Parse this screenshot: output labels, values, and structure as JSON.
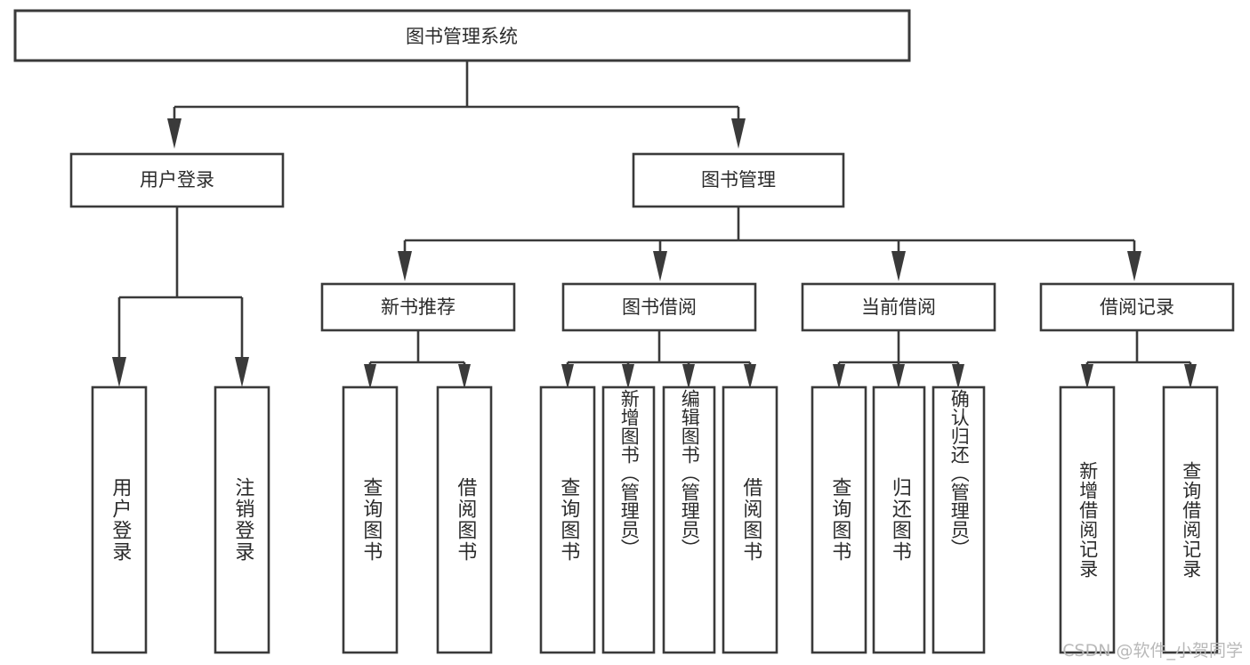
{
  "diagram": {
    "title": "图书管理系统",
    "type": "tree-hierarchy-chart",
    "background_color": "#ffffff",
    "line_color": "#3a3a3a",
    "text_color": "#2b2b2b"
  },
  "root": {
    "label": "图书管理系统"
  },
  "level2": [
    {
      "label": "用户登录"
    },
    {
      "label": "图书管理"
    }
  ],
  "level3": [
    {
      "label": "新书推荐"
    },
    {
      "label": "图书借阅"
    },
    {
      "label": "当前借阅"
    },
    {
      "label": "借阅记录"
    }
  ],
  "leaves": {
    "user_login": [
      {
        "label": "用户登录"
      },
      {
        "label": "注销登录"
      }
    ],
    "new_book_recommend": [
      {
        "label": "查询图书"
      },
      {
        "label": "借阅图书"
      }
    ],
    "book_borrow": [
      {
        "label": "查询图书"
      },
      {
        "label": "新增图书（管理员）"
      },
      {
        "label": "编辑图书（管理员）"
      },
      {
        "label": "借阅图书"
      }
    ],
    "current_borrow": [
      {
        "label": "查询图书"
      },
      {
        "label": "归还图书"
      },
      {
        "label": "确认归还（管理员）"
      }
    ],
    "borrow_record": [
      {
        "label": "新增借阅记录"
      },
      {
        "label": "查询借阅记录"
      }
    ]
  },
  "watermark": {
    "text": "CSDN @软件_小贺同学"
  }
}
